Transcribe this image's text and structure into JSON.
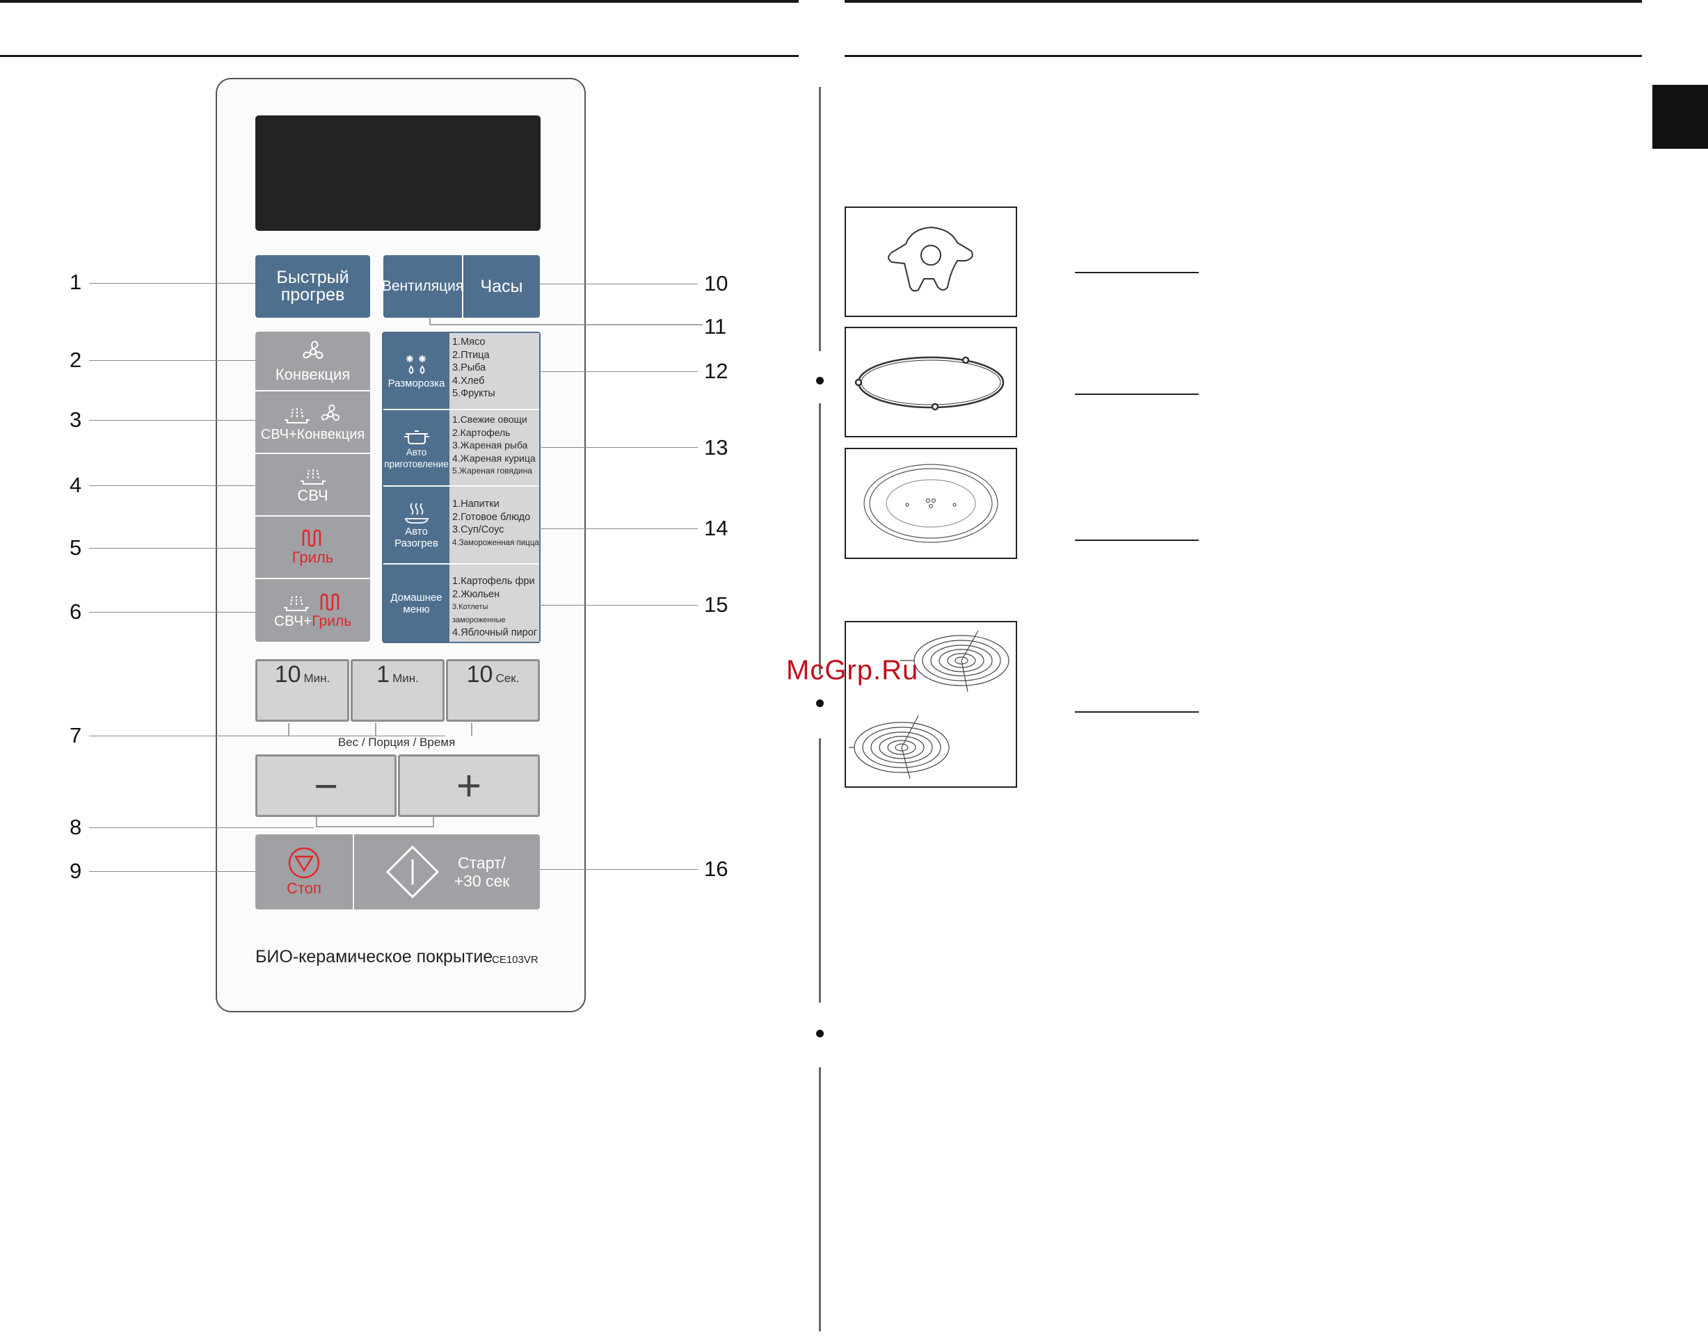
{
  "panel": {
    "quick_heat": [
      "Быстрый",
      "прогрев"
    ],
    "ventilation": "Вентиляция",
    "clock": "Часы",
    "convection": "Конвекция",
    "mw_convection": "СВЧ+Конвекция",
    "microwave": "СВЧ",
    "grill": "Гриль",
    "mw_grill_prefix": "СВЧ+",
    "mw_grill_suffix": "Гриль",
    "defrost": {
      "label": "Разморозка",
      "items": [
        "1.Мясо",
        "2.Птица",
        "3.Рыба",
        "4.Хлеб",
        "5.Фрукты"
      ]
    },
    "auto_cook": {
      "label": [
        "Авто",
        "приготовление"
      ],
      "items": [
        "1.Свежие овощи",
        "2.Картофель",
        "3.Жареная рыба",
        "4.Жареная курица",
        "5.Жареная говядина"
      ]
    },
    "auto_reheat": {
      "label": [
        "Авто",
        "Разогрев"
      ],
      "items": [
        "1.Напитки",
        "2.Готовое блюдо",
        "3.Суп/Соус",
        "4.Замороженная пицца"
      ]
    },
    "home_menu": {
      "label": [
        "Домашнее",
        "меню"
      ],
      "items": [
        "1.Картофель фри",
        "2.Жюльен",
        "3.Котлеты замороженные",
        "4.Яблочный пирог"
      ]
    },
    "time_buttons": [
      {
        "num": "10",
        "unit": "Мин."
      },
      {
        "num": "1",
        "unit": "Мин."
      },
      {
        "num": "10",
        "unit": "Сек."
      }
    ],
    "time_caption": "Вес / Порция / Время",
    "minus": "−",
    "plus": "+",
    "stop": "Стоп",
    "start": [
      "Старт/",
      "+30 сек"
    ],
    "footer_text": "БИО-керамическое покрытие",
    "model": "CE103VR"
  },
  "callouts_left": [
    "1",
    "2",
    "3",
    "4",
    "5",
    "6",
    "7",
    "8",
    "9"
  ],
  "callouts_right": [
    "10",
    "11",
    "12",
    "13",
    "14",
    "15",
    "16"
  ],
  "watermark": "McGrp.Ru",
  "icons": [
    "fan-icon",
    "microwave-waves-icon",
    "grill-coil-icon",
    "snowflake-drops-icon",
    "pot-icon",
    "steam-bowl-icon",
    "stop-triangle-icon",
    "start-diamond-icon",
    "roller-coupler-icon",
    "roller-ring-icon",
    "turntable-plate-icon",
    "grill-rack-icon"
  ],
  "colors": {
    "button_blue": "#4f6f8e",
    "button_grey": "#9fa1a4",
    "grill_red": "#e0262a"
  }
}
